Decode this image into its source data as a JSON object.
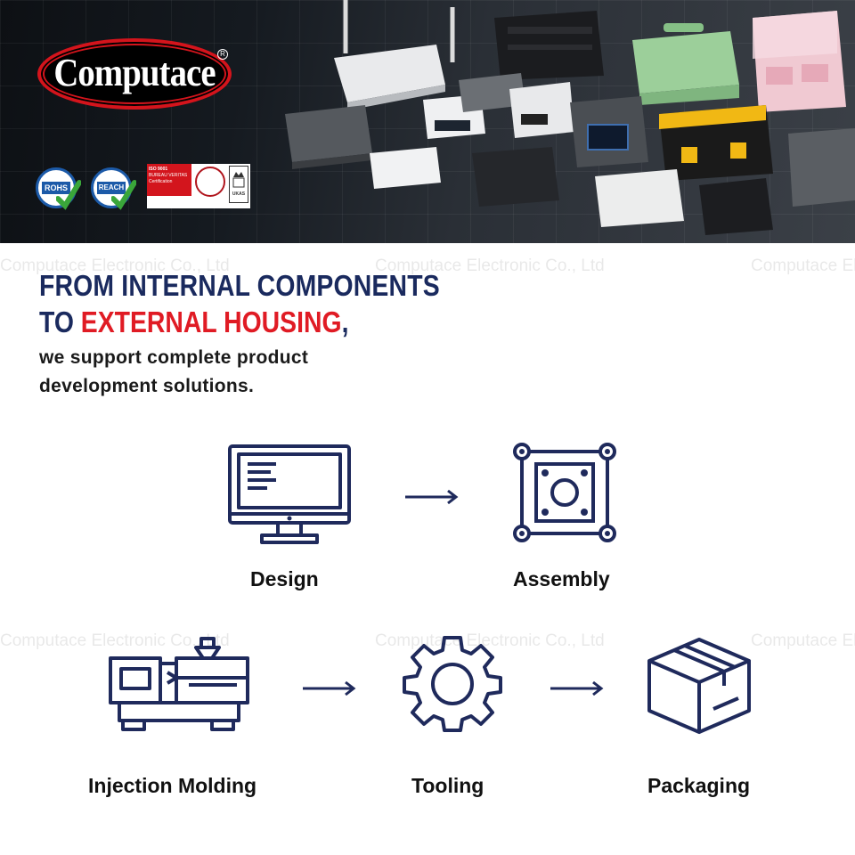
{
  "brand": {
    "logo_text": "Computace",
    "registered_mark": "R",
    "watermark": "Computace Electronic Co., Ltd"
  },
  "certifications": [
    {
      "name": "ROHS",
      "icon": "rohs-badge"
    },
    {
      "name": "REACH",
      "icon": "reach-badge"
    },
    {
      "name": "ISO 9001",
      "subtitle": "BUREAU VERITAS Certification",
      "icon": "iso-bureau-veritas-badge"
    },
    {
      "name": "UKAS",
      "icon": "ukas-badge"
    }
  ],
  "headline": {
    "line1": "FROM INTERNAL COMPONENTS",
    "line2_prefix": "TO ",
    "line2_highlight": "EXTERNAL HOUSING",
    "line2_suffix": ",",
    "subtext": "we support complete product development solutions."
  },
  "steps": [
    {
      "label": "Design",
      "icon": "monitor-icon"
    },
    {
      "label": "Assembly",
      "icon": "assembly-frame-icon"
    },
    {
      "label": "Injection Molding",
      "icon": "injection-machine-icon"
    },
    {
      "label": "Tooling",
      "icon": "gear-icon"
    },
    {
      "label": "Packaging",
      "icon": "box-icon"
    }
  ],
  "colors": {
    "navy": "#1a2a5e",
    "red": "#e01b24",
    "icon_stroke": "#1f2a5c"
  }
}
